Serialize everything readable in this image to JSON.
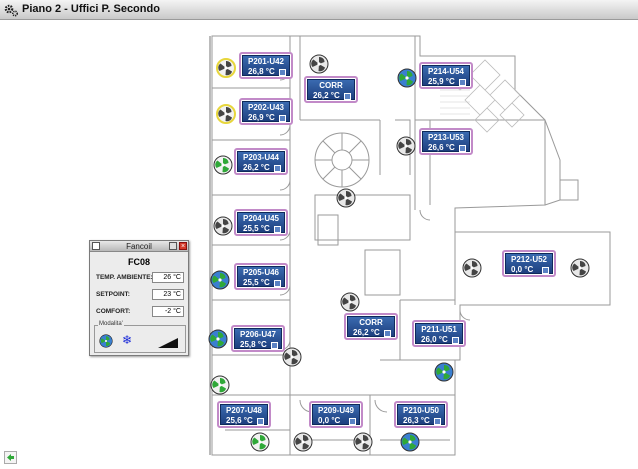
{
  "window": {
    "title": "Piano 2 - Uffici P. Secondo"
  },
  "rooms": [
    {
      "name": "P201-U42",
      "temp": "26,8 °C"
    },
    {
      "name": "CORR",
      "temp": "26,2 °C"
    },
    {
      "name": "P214-U54",
      "temp": "25,9 °C"
    },
    {
      "name": "P202-U43",
      "temp": "26,9 °C"
    },
    {
      "name": "P213-U53",
      "temp": "26,6 °C"
    },
    {
      "name": "P203-U44",
      "temp": "26,2 °C"
    },
    {
      "name": "P204-U45",
      "temp": "25,5 °C"
    },
    {
      "name": "P212-U52",
      "temp": "0,0 °C"
    },
    {
      "name": "P205-U46",
      "temp": "25,5 °C"
    },
    {
      "name": "CORR",
      "temp": "26,2 °C"
    },
    {
      "name": "P211-U51",
      "temp": "26,0 °C"
    },
    {
      "name": "P206-U47",
      "temp": "25,8 °C"
    },
    {
      "name": "P207-U48",
      "temp": "25,6 °C"
    },
    {
      "name": "P209-U49",
      "temp": "0,0 °C"
    },
    {
      "name": "P210-U50",
      "temp": "26,3 °C"
    }
  ],
  "fans": [
    {
      "kind": "yellow"
    },
    {
      "kind": "gray"
    },
    {
      "kind": "blue"
    },
    {
      "kind": "yellow"
    },
    {
      "kind": "gray"
    },
    {
      "kind": "green"
    },
    {
      "kind": "gray"
    },
    {
      "kind": "gray"
    },
    {
      "kind": "gray"
    },
    {
      "kind": "gray"
    },
    {
      "kind": "blue"
    },
    {
      "kind": "gray"
    },
    {
      "kind": "blue"
    },
    {
      "kind": "gray"
    },
    {
      "kind": "green"
    },
    {
      "kind": "blue"
    },
    {
      "kind": "green"
    },
    {
      "kind": "gray"
    },
    {
      "kind": "gray"
    },
    {
      "kind": "blue"
    }
  ],
  "popup": {
    "title": "Fancoil",
    "unit": "FC08",
    "temp_label": "TEMP. AMBIENTE:",
    "temp_value": "26 °C",
    "setpoint_label": "SETPOINT:",
    "setpoint_value": "23 °C",
    "comfort_label": "COMFORT:",
    "comfort_value": "-2 °C",
    "mode_label": "Modalita'",
    "snow_icon": "❄",
    "close_glyph": "×"
  },
  "icons": {
    "app": "gear-icon",
    "back": "back-arrow-icon",
    "fan": "fan-icon"
  },
  "colors": {
    "room_bg": "#1d3f7e",
    "room_border": "#c28ac8",
    "fan_gray": "#555555",
    "fan_green": "#2fa838",
    "fan_blue": "#3a7fd0",
    "fan_yellow": "#e7d63c"
  }
}
